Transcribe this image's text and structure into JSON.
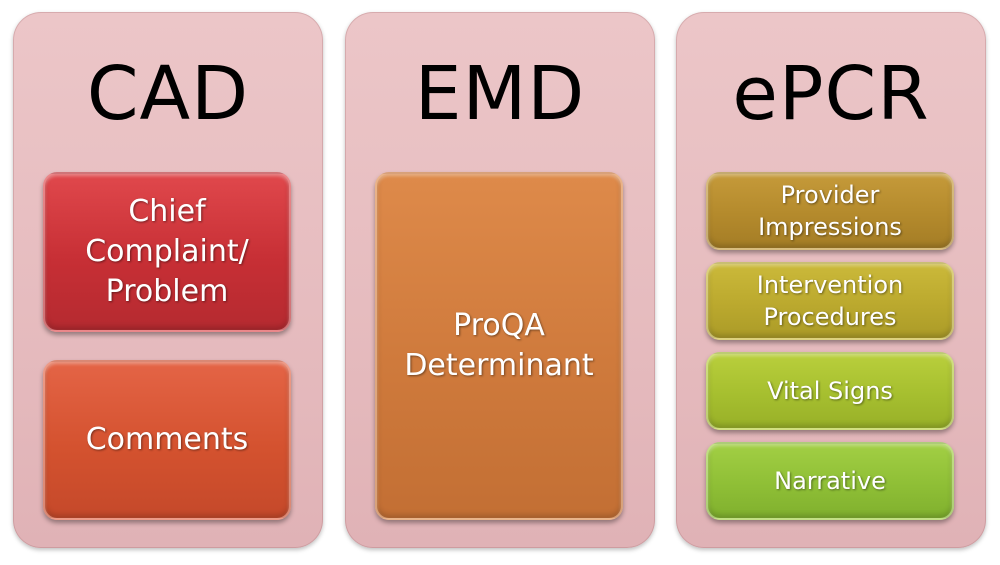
{
  "diagram": {
    "columns": [
      {
        "title": "CAD",
        "items": [
          "Chief\nComplaint/\nProblem",
          "Comments"
        ]
      },
      {
        "title": "EMD",
        "items": [
          "ProQA\nDeterminant"
        ]
      },
      {
        "title": "ePCR",
        "items": [
          "Provider\nImpressions",
          "Intervention\nProcedures",
          "Vital Signs",
          "Narrative"
        ]
      }
    ]
  }
}
